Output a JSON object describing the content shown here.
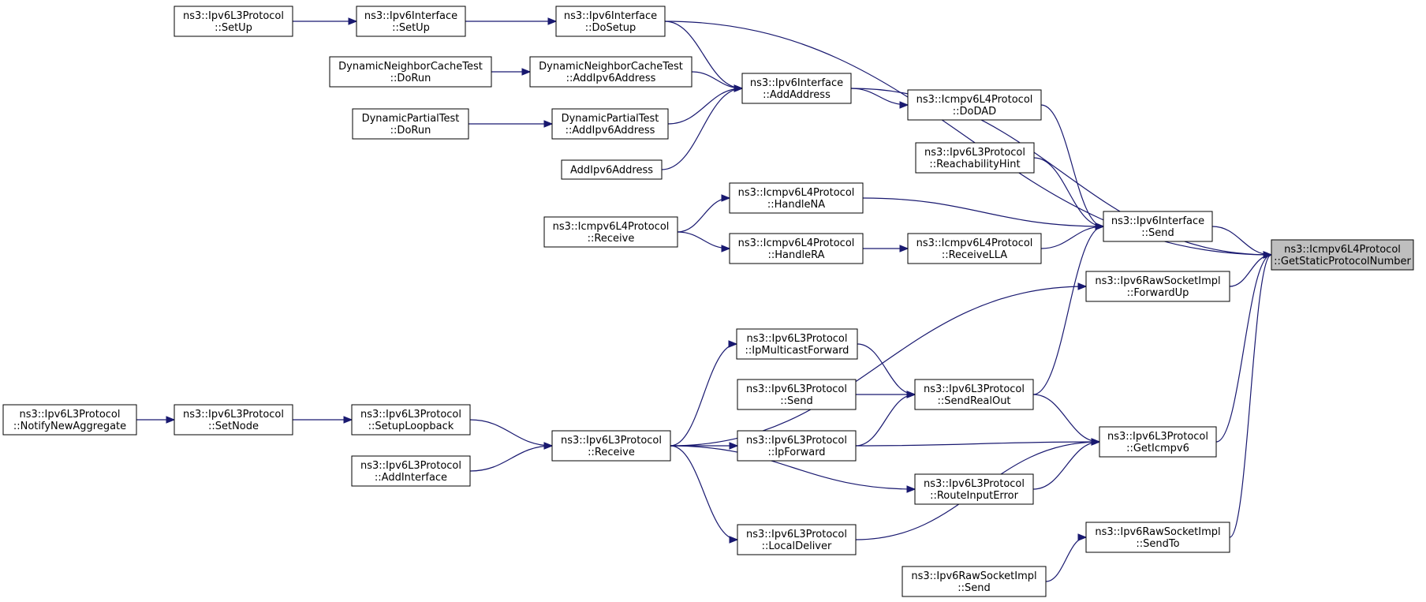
{
  "diagram": {
    "nodes": [
      {
        "id": "target",
        "lines": [
          "ns3::Icmpv6L4Protocol",
          "::GetStaticProtocolNumber"
        ],
        "highlight": true
      },
      {
        "id": "ipv6if_send",
        "lines": [
          "ns3::Ipv6Interface",
          "::Send"
        ]
      },
      {
        "id": "rawsock_fwdup",
        "lines": [
          "ns3::Ipv6RawSocketImpl",
          "::ForwardUp"
        ]
      },
      {
        "id": "ipv6l3_geticmp",
        "lines": [
          "ns3::Ipv6L3Protocol",
          "::GetIcmpv6"
        ]
      },
      {
        "id": "rawsock_sendto",
        "lines": [
          "ns3::Ipv6RawSocketImpl",
          "::SendTo"
        ]
      },
      {
        "id": "ipv6if_dosetup",
        "lines": [
          "ns3::Ipv6Interface",
          "::DoSetup"
        ]
      },
      {
        "id": "ipv6if_addaddr",
        "lines": [
          "ns3::Ipv6Interface",
          "::AddAddress"
        ]
      },
      {
        "id": "ipv6if_setup",
        "lines": [
          "ns3::Ipv6Interface",
          "::SetUp"
        ]
      },
      {
        "id": "ipv6l3_setup",
        "lines": [
          "ns3::Ipv6L3Protocol",
          "::SetUp"
        ]
      },
      {
        "id": "dnc_addaddr",
        "lines": [
          "DynamicNeighborCacheTest",
          "::AddIpv6Address"
        ]
      },
      {
        "id": "dnc_dorun",
        "lines": [
          "DynamicNeighborCacheTest",
          "::DoRun"
        ]
      },
      {
        "id": "dp_addaddr",
        "lines": [
          "DynamicPartialTest",
          "::AddIpv6Address"
        ]
      },
      {
        "id": "dp_dorun",
        "lines": [
          "DynamicPartialTest",
          "::DoRun"
        ]
      },
      {
        "id": "addipv6addr",
        "lines": [
          "AddIpv6Address"
        ]
      },
      {
        "id": "icmp_dodad",
        "lines": [
          "ns3::Icmpv6L4Protocol",
          "::DoDAD"
        ]
      },
      {
        "id": "ipv6l3_reach",
        "lines": [
          "ns3::Ipv6L3Protocol",
          "::ReachabilityHint"
        ]
      },
      {
        "id": "icmp_handlena",
        "lines": [
          "ns3::Icmpv6L4Protocol",
          "::HandleNA"
        ]
      },
      {
        "id": "icmp_receive",
        "lines": [
          "ns3::Icmpv6L4Protocol",
          "::Receive"
        ]
      },
      {
        "id": "icmp_handlera",
        "lines": [
          "ns3::Icmpv6L4Protocol",
          "::HandleRA"
        ]
      },
      {
        "id": "icmp_recvlla",
        "lines": [
          "ns3::Icmpv6L4Protocol",
          "::ReceiveLLA"
        ]
      },
      {
        "id": "ipv6l3_sendrealout",
        "lines": [
          "ns3::Ipv6L3Protocol",
          "::SendRealOut"
        ]
      },
      {
        "id": "ipv6l3_ipmcast",
        "lines": [
          "ns3::Ipv6L3Protocol",
          "::IpMulticastForward"
        ]
      },
      {
        "id": "ipv6l3_send",
        "lines": [
          "ns3::Ipv6L3Protocol",
          "::Send"
        ]
      },
      {
        "id": "ipv6l3_ipfwd",
        "lines": [
          "ns3::Ipv6L3Protocol",
          "::IpForward"
        ]
      },
      {
        "id": "ipv6l3_receive",
        "lines": [
          "ns3::Ipv6L3Protocol",
          "::Receive"
        ]
      },
      {
        "id": "ipv6l3_routeerr",
        "lines": [
          "ns3::Ipv6L3Protocol",
          "::RouteInputError"
        ]
      },
      {
        "id": "ipv6l3_localdeliver",
        "lines": [
          "ns3::Ipv6L3Protocol",
          "::LocalDeliver"
        ]
      },
      {
        "id": "ipv6l3_setuploop",
        "lines": [
          "ns3::Ipv6L3Protocol",
          "::SetupLoopback"
        ]
      },
      {
        "id": "ipv6l3_addif",
        "lines": [
          "ns3::Ipv6L3Protocol",
          "::AddInterface"
        ]
      },
      {
        "id": "ipv6l3_setnode",
        "lines": [
          "ns3::Ipv6L3Protocol",
          "::SetNode"
        ]
      },
      {
        "id": "ipv6l3_notify",
        "lines": [
          "ns3::Ipv6L3Protocol",
          "::NotifyNewAggregate"
        ]
      },
      {
        "id": "rawsock_send",
        "lines": [
          "ns3::Ipv6RawSocketImpl",
          "::Send"
        ]
      }
    ],
    "edges": [
      [
        "ipv6if_send",
        "target"
      ],
      [
        "rawsock_fwdup",
        "target"
      ],
      [
        "ipv6l3_geticmp",
        "target"
      ],
      [
        "rawsock_sendto",
        "target"
      ],
      [
        "ipv6if_dosetup",
        "target"
      ],
      [
        "ipv6if_addaddr",
        "target"
      ],
      [
        "ipv6if_setup",
        "ipv6if_dosetup"
      ],
      [
        "ipv6l3_setup",
        "ipv6if_setup"
      ],
      [
        "ipv6if_dosetup",
        "ipv6if_addaddr"
      ],
      [
        "dnc_addaddr",
        "ipv6if_addaddr"
      ],
      [
        "dnc_dorun",
        "dnc_addaddr"
      ],
      [
        "dp_addaddr",
        "ipv6if_addaddr"
      ],
      [
        "dp_dorun",
        "dp_addaddr"
      ],
      [
        "addipv6addr",
        "ipv6if_addaddr"
      ],
      [
        "ipv6if_addaddr",
        "icmp_dodad"
      ],
      [
        "icmp_dodad",
        "ipv6if_send"
      ],
      [
        "ipv6l3_reach",
        "ipv6if_send"
      ],
      [
        "icmp_handlena",
        "ipv6if_send"
      ],
      [
        "icmp_recvlla",
        "ipv6if_send"
      ],
      [
        "ipv6l3_sendrealout",
        "ipv6if_send"
      ],
      [
        "icmp_receive",
        "icmp_handlena"
      ],
      [
        "icmp_receive",
        "icmp_handlera"
      ],
      [
        "icmp_handlera",
        "icmp_recvlla"
      ],
      [
        "ipv6l3_receive",
        "rawsock_fwdup"
      ],
      [
        "ipv6l3_ipmcast",
        "ipv6l3_sendrealout"
      ],
      [
        "ipv6l3_send",
        "ipv6l3_sendrealout"
      ],
      [
        "ipv6l3_ipfwd",
        "ipv6l3_sendrealout"
      ],
      [
        "ipv6l3_sendrealout",
        "ipv6l3_geticmp"
      ],
      [
        "ipv6l3_ipfwd",
        "ipv6l3_geticmp"
      ],
      [
        "ipv6l3_routeerr",
        "ipv6l3_geticmp"
      ],
      [
        "ipv6l3_localdeliver",
        "ipv6l3_geticmp"
      ],
      [
        "ipv6l3_receive",
        "ipv6l3_ipmcast"
      ],
      [
        "ipv6l3_receive",
        "ipv6l3_ipfwd"
      ],
      [
        "ipv6l3_receive",
        "ipv6l3_routeerr"
      ],
      [
        "ipv6l3_receive",
        "ipv6l3_localdeliver"
      ],
      [
        "ipv6l3_setuploop",
        "ipv6l3_receive"
      ],
      [
        "ipv6l3_addif",
        "ipv6l3_receive"
      ],
      [
        "ipv6l3_setnode",
        "ipv6l3_setuploop"
      ],
      [
        "ipv6l3_notify",
        "ipv6l3_setnode"
      ],
      [
        "rawsock_send",
        "rawsock_sendto"
      ]
    ]
  }
}
